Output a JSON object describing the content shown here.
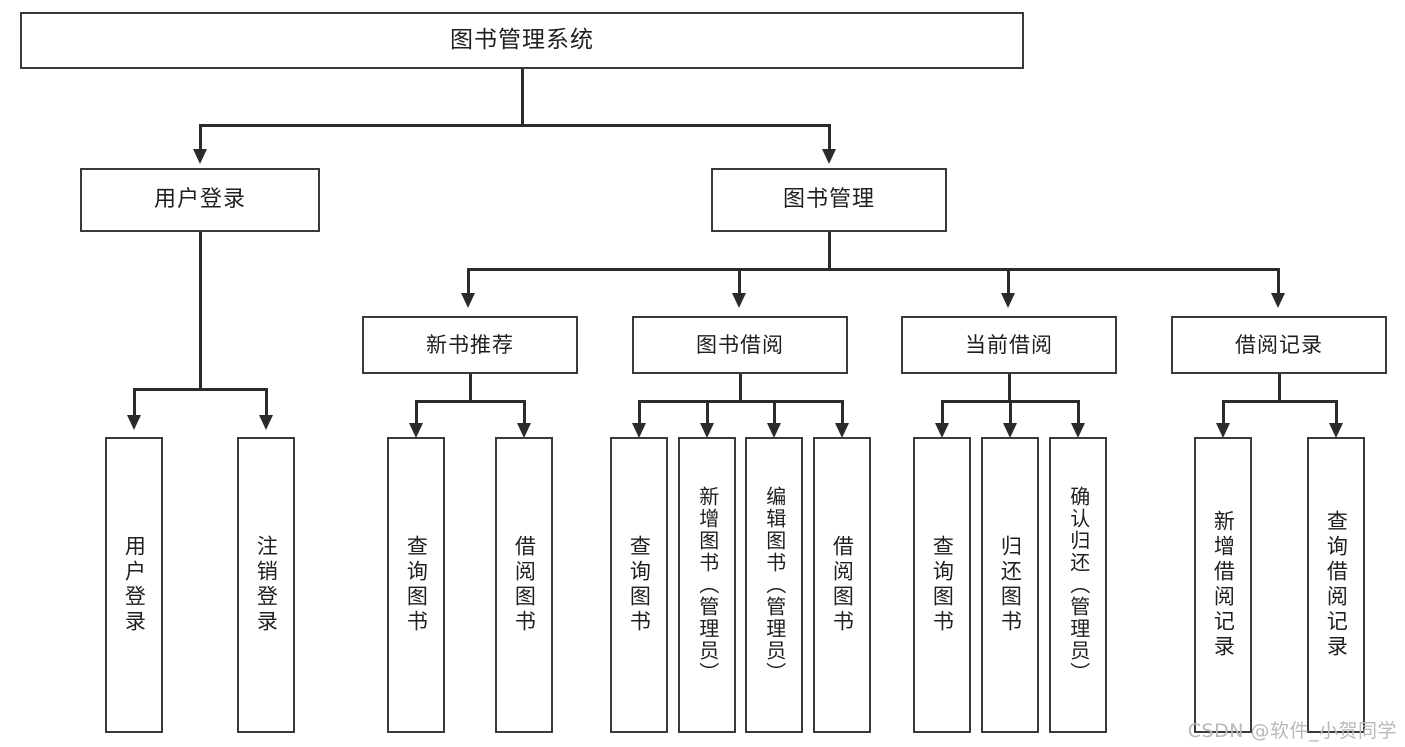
{
  "diagram": {
    "title": "图书管理系统",
    "type": "tree-structure-chart",
    "background": "#ffffff",
    "line_color": "#2b2b2b",
    "border_color": "#3a3a3a",
    "watermark": "CSDN @软件_小贺同学"
  },
  "nodes": {
    "root": {
      "label": "图书管理系统"
    },
    "level1": [
      {
        "label": "用户登录"
      },
      {
        "label": "图书管理"
      }
    ],
    "level2": [
      {
        "label": "新书推荐"
      },
      {
        "label": "图书借阅"
      },
      {
        "label": "当前借阅"
      },
      {
        "label": "借阅记录"
      }
    ],
    "leaves": {
      "user_login": [
        {
          "label": "用户登录"
        },
        {
          "label": "注销登录"
        }
      ],
      "new_book_recommend": [
        {
          "label": "查询图书"
        },
        {
          "label": "借阅图书"
        }
      ],
      "book_borrow": [
        {
          "label": "查询图书"
        },
        {
          "label": "新增图书（管理员）"
        },
        {
          "label": "编辑图书（管理员）"
        },
        {
          "label": "借阅图书"
        }
      ],
      "current_borrow": [
        {
          "label": "查询图书"
        },
        {
          "label": "归还图书"
        },
        {
          "label": "确认归还（管理员）"
        }
      ],
      "borrow_record": [
        {
          "label": "新增借阅记录"
        },
        {
          "label": "查询借阅记录"
        }
      ]
    }
  }
}
